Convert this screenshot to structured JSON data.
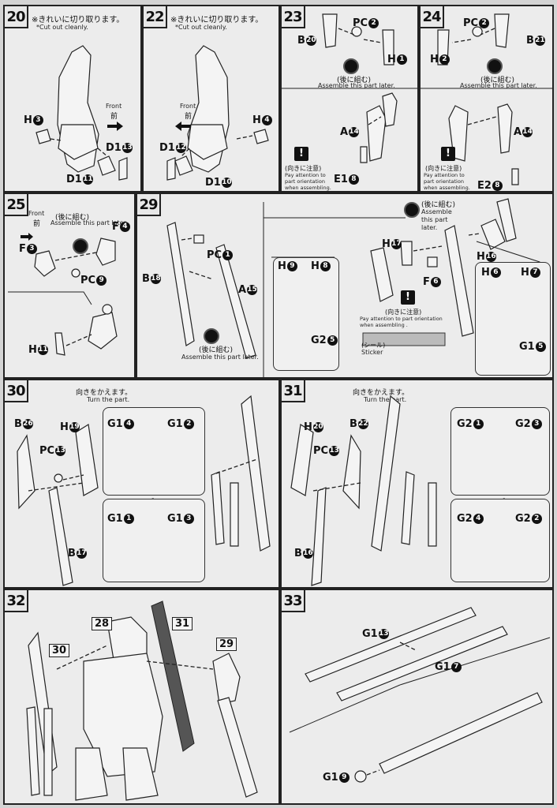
{
  "steps": {
    "s20": {
      "num": "20",
      "jp": "※きれいに切り取ります。",
      "en": "*Cut out cleanly.",
      "front": "Front",
      "front_jp": "前",
      "parts": [
        "H",
        "D1",
        "D1"
      ],
      "nums": [
        "3",
        "13",
        "11"
      ]
    },
    "s22": {
      "num": "22",
      "jp": "※きれいに切り取ります。",
      "en": "*Cut out cleanly.",
      "front": "Front",
      "front_jp": "前",
      "parts": [
        "H",
        "D1",
        "D1"
      ],
      "nums": [
        "4",
        "12",
        "10"
      ]
    },
    "s23": {
      "num": "23",
      "parts": [
        "PC",
        "B",
        "H",
        "A",
        "E1"
      ],
      "nums": [
        "2",
        "20",
        "1",
        "14",
        "8"
      ],
      "later_jp": "(後に組む)",
      "later_en": "Assemble this part later.",
      "warn_jp": "(向きに注意)",
      "warn_en": "Pay attention to part orientation when assembling."
    },
    "s24": {
      "num": "24",
      "parts": [
        "PC",
        "H",
        "B",
        "A",
        "E2"
      ],
      "nums": [
        "2",
        "2",
        "21",
        "14",
        "8"
      ],
      "later_jp": "(後に組む)",
      "later_en": "Assemble this part later.",
      "warn_jp": "(向きに注意)",
      "warn_en": "Pay attention to part orientation when assembling."
    },
    "s25": {
      "num": "25",
      "front": "Front",
      "front_jp": "前",
      "later_jp": "(後に組む)",
      "later_en": "Assemble this part later.",
      "parts": [
        "F",
        "F",
        "PC",
        "H"
      ],
      "nums": [
        "4",
        "3",
        "9",
        "11"
      ]
    },
    "s29": {
      "num": "29",
      "parts": [
        "PC",
        "B",
        "A"
      ],
      "nums": [
        "1",
        "18",
        "15"
      ],
      "later_jp": "(後に組む)",
      "later_en": "Assemble this part later."
    },
    "s29b": {
      "later_jp": "(後に組む)",
      "later_en": "Assemble this part later.",
      "parts": [
        "H",
        "H",
        "H",
        "F",
        "G2",
        "H",
        "H",
        "G1"
      ],
      "nums": [
        "17",
        "9",
        "8",
        "6",
        "5",
        "16",
        "6",
        "5"
      ],
      "h7": "7",
      "warn_jp": "(向きに注意)",
      "warn_en": "Pay attention to part orientation when assembling .",
      "sticker_jp": "(シール)",
      "sticker_en": "Sticker"
    },
    "s30": {
      "num": "30",
      "turn_jp": "向きをかえます。",
      "turn_en": "Turn the part.",
      "parts": [
        "B",
        "H",
        "PC",
        "B",
        "G1",
        "G1",
        "G1",
        "G1"
      ],
      "nums": [
        "26",
        "19",
        "13",
        "17",
        "4",
        "2",
        "1",
        "3"
      ]
    },
    "s31": {
      "num": "31",
      "turn_jp": "向きをかえます。",
      "turn_en": "Turn the part.",
      "parts": [
        "H",
        "B",
        "PC",
        "B",
        "G2",
        "G2",
        "G2",
        "G2"
      ],
      "nums": [
        "20",
        "22",
        "13",
        "16",
        "1",
        "3",
        "4",
        "2"
      ]
    },
    "s32": {
      "num": "32",
      "refs": [
        "28",
        "31",
        "30",
        "29"
      ]
    },
    "s33": {
      "num": "33",
      "parts": [
        "G1",
        "G1",
        "G1"
      ],
      "nums": [
        "13",
        "7",
        "9"
      ]
    }
  }
}
